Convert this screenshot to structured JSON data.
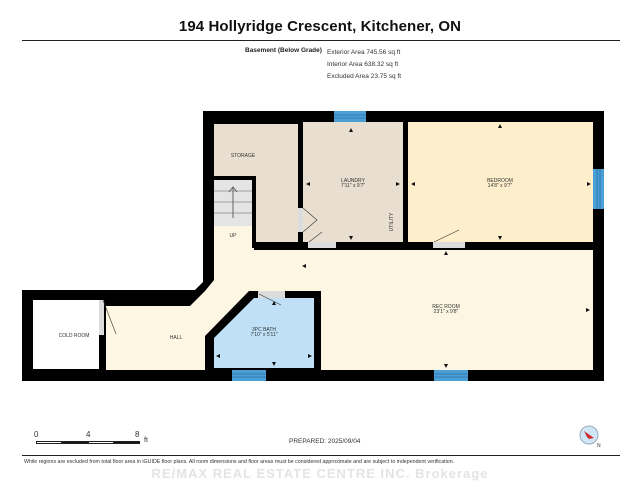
{
  "header": {
    "title": "194 Hollyridge Crescent, Kitchener, ON",
    "level_label": "Basement (Below Grade)",
    "areas": {
      "exterior": "Exterior Area 745.56 sq ft",
      "interior": "Interior Area 638.32 sq ft",
      "excluded": "Excluded Area 23.75 sq ft"
    }
  },
  "rooms": {
    "storage": {
      "name": "STORAGE"
    },
    "laundry": {
      "name": "LAUNDRY",
      "dims": "7'11\" x 9'7\""
    },
    "utility": {
      "name": "UTILITY"
    },
    "bedroom": {
      "name": "BEDROOM",
      "dims": "14'8\" x 9'7\""
    },
    "stairs": {
      "name": "UP"
    },
    "cold_room": {
      "name": "COLD ROOM"
    },
    "hall": {
      "name": "HALL"
    },
    "bath": {
      "name": "3PC BATH",
      "dims": "7'10\" x 5'11\""
    },
    "rec_room": {
      "name": "REC ROOM",
      "dims": "23'1\" x 9'8\""
    }
  },
  "colors": {
    "wall": "#000000",
    "storage_laundry": "#e8dfd0",
    "bedroom": "#fdefcb",
    "hall_rec": "#fcf6e2",
    "bath": "#bfe0f7",
    "window": "#4a9fd6",
    "cold_room": "#ffffff",
    "stairs": "#e2e2e2",
    "door_swing": "#dcdcdc"
  },
  "scale": {
    "ticks": [
      "0",
      "4",
      "8"
    ],
    "unit": "ft"
  },
  "footer": {
    "prepared": "PREPARED: 2025/09/04",
    "disclaimer": "While regions are excluded from total floor area in iGUIDE floor plans. All room dimensions and floor areas must be considered approximate and are subject to independent verification.",
    "watermark": "RE/MAX REAL ESTATE CENTRE INC. Brokerage",
    "compass_label": "N"
  }
}
